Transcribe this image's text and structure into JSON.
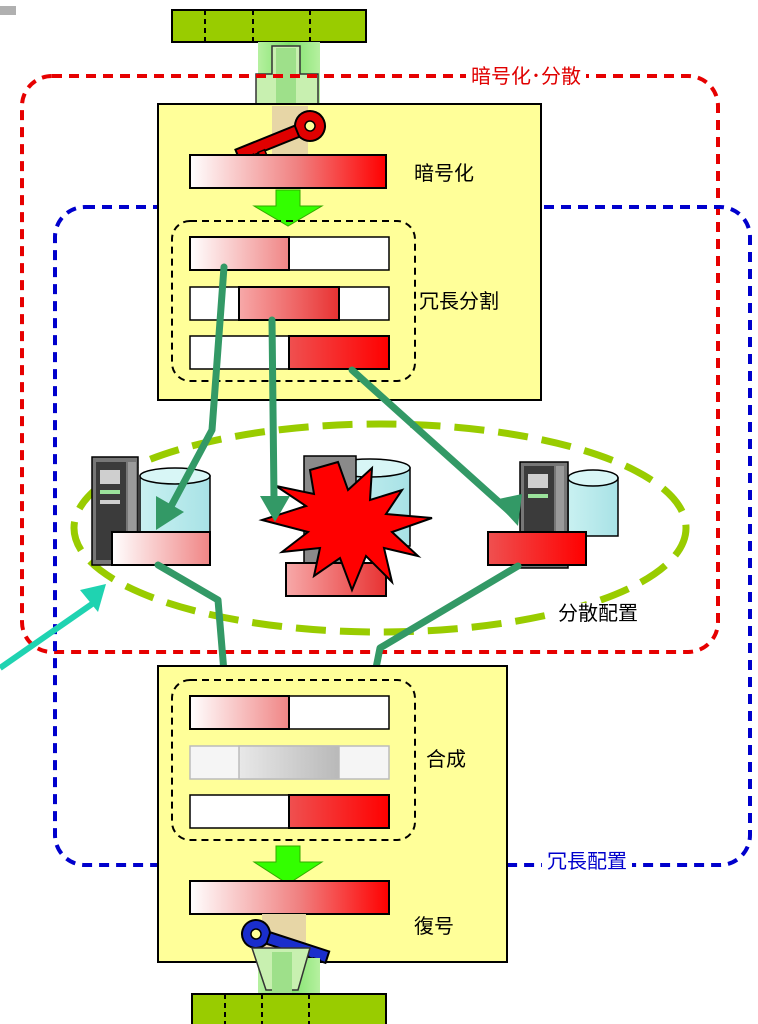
{
  "labels": {
    "encrypt_dist": "暗号化･分散",
    "encrypt": "暗号化",
    "redundant_split": "冗長分割",
    "distributed_placement": "分散配置",
    "combine": "合成",
    "redundant_placement": "冗長配置",
    "decrypt": "復号"
  },
  "colors": {
    "encrypt_zone": "#e60000",
    "redundant_zone": "#0000cc",
    "storage_zone": "#99cc00",
    "process_box": "#ffff99",
    "flow_arrow": "#339966",
    "step_arrow": "#33ff00",
    "pointer_arrow": "#1fd3b1",
    "data_block": "#ff0000",
    "data_block_light": "#ffe6e6",
    "encrypt_key": "#e00000",
    "decrypt_key": "#1a2ecc",
    "failure_burst": "#ff0000",
    "data_packet": "#99cc00"
  },
  "icons": [
    "key-icon",
    "server-icon",
    "database-icon",
    "explosion-icon",
    "data-packet-icon"
  ]
}
